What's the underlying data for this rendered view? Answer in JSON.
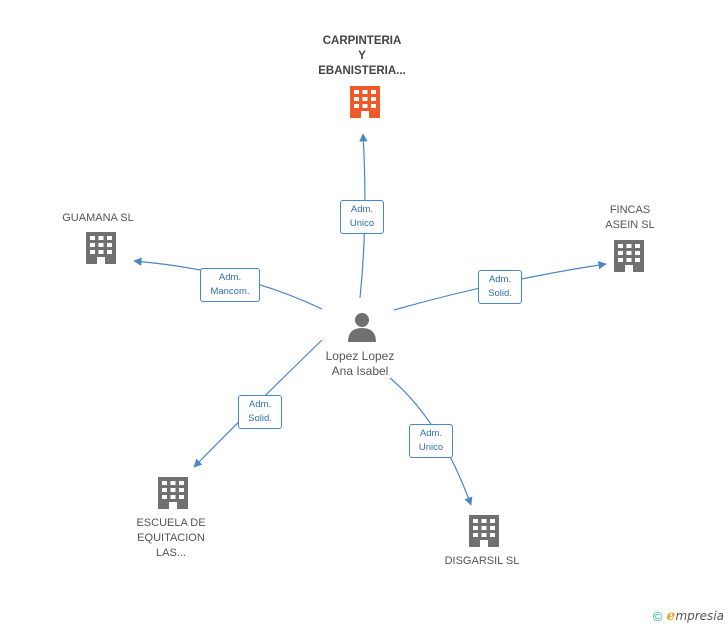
{
  "colors": {
    "edge": "#4a86c8",
    "building_gray": "#707070",
    "building_highlight": "#f05a28",
    "person": "#707070"
  },
  "center": {
    "name_line1": "Lopez Lopez",
    "name_line2": "Ana Isabel",
    "icon": "person-icon"
  },
  "companies": [
    {
      "id": "carpinteria",
      "line1": "CARPINTERIA",
      "line2": "Y",
      "line3": "EBANISTERIA...",
      "highlight": true,
      "icon": "building-icon"
    },
    {
      "id": "guamana",
      "line1": "GUAMANA SL",
      "highlight": false,
      "icon": "building-icon"
    },
    {
      "id": "fincas",
      "line1": "FINCAS",
      "line2": "ASEIN SL",
      "highlight": false,
      "icon": "building-icon"
    },
    {
      "id": "escuela",
      "line1": "ESCUELA DE",
      "line2": "EQUITACION",
      "line3": "LAS...",
      "highlight": false,
      "icon": "building-icon"
    },
    {
      "id": "disgarsil",
      "line1": "DISGARSIL SL",
      "highlight": false,
      "icon": "building-icon"
    }
  ],
  "edges": [
    {
      "to": "carpinteria",
      "line1": "Adm.",
      "line2": "Unico"
    },
    {
      "to": "guamana",
      "line1": "Adm.",
      "line2": "Mancom."
    },
    {
      "to": "fincas",
      "line1": "Adm.",
      "line2": "Solid."
    },
    {
      "to": "escuela",
      "line1": "Adm.",
      "line2": "Solid."
    },
    {
      "to": "disgarsil",
      "line1": "Adm.",
      "line2": "Unico"
    }
  ],
  "footer": {
    "copyright_symbol": "©",
    "brand_initial": "e",
    "brand_rest": "mpresia"
  }
}
